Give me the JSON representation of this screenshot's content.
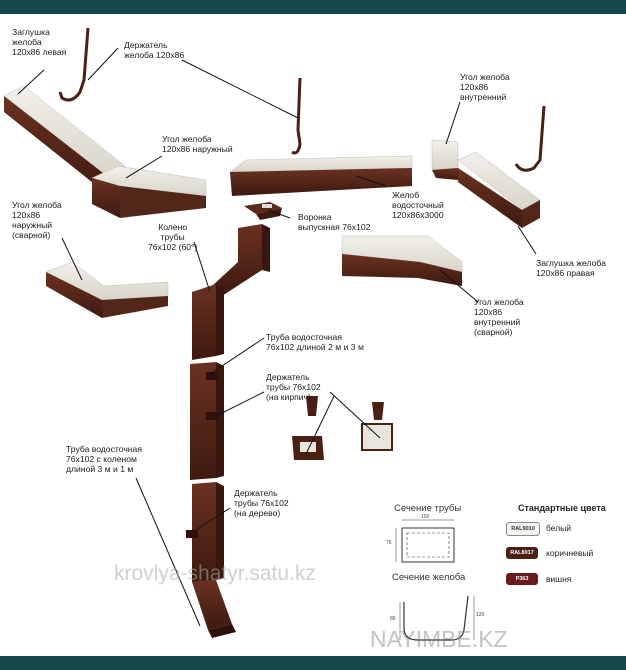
{
  "labels": {
    "cap_left": "Заглушка\nжелоба\n120х86 левая",
    "holder_gutter": "Держатель\nжелоба 120х86",
    "corner_inner": "Угол желоба\n120х86\nвнутренний",
    "corner_outer": "Угол желоба\n120х86 наружный",
    "gutter": "Желоб\nводосточный\n120х86х3000",
    "funnel": "Воронка\nвыпускная 76х102",
    "corner_outer_welded": "Угол желоба\n120х86\nнаружный\n(сварной)",
    "elbow": "Колено\nтрубы\n76х102 (60°)",
    "cap_right": "Заглушка желоба\n120х86 правая",
    "corner_inner_welded": "Угол желоба\n120х86\nвнутренний\n(сварной)",
    "pipe_2_3": "Труба водосточная\n76х102 длиной 2 м и 3 м",
    "holder_brick": "Держатель\nтрубы 76х102\n(на кирпич)",
    "pipe_elbow": "Труба водосточная\n76х102 с коленом\nдлиной 3 м и 1 м",
    "holder_wood": "Держатель\nтрубы 76х102\n(на дерево)"
  },
  "sections": {
    "pipe_title": "Сечение трубы",
    "gutter_title": "Сечение желоба",
    "pipe_width": "102",
    "pipe_height": "76",
    "gutter_height_left": "86",
    "gutter_height_right": "120"
  },
  "colors": {
    "title": "Стандартные цвета",
    "items": [
      {
        "code": "RAL9010",
        "name": "белый",
        "hex": "#f4f4f0"
      },
      {
        "code": "RAL8017",
        "name": "коричневый",
        "hex": "#4a1f14"
      },
      {
        "code": "P363",
        "name": "вишня",
        "hex": "#6b1b1f"
      }
    ]
  },
  "watermarks": {
    "site": "krovlya-shatyr.satu.kz",
    "brand": "NAYIMBE.KZ"
  }
}
